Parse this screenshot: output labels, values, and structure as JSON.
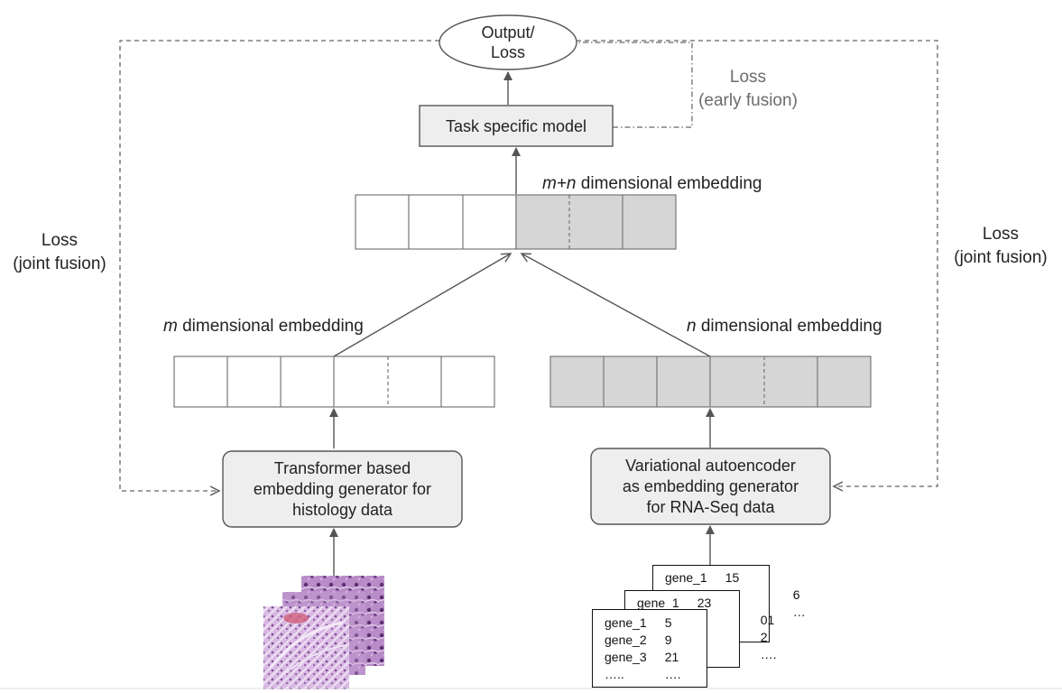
{
  "output_node": {
    "line1": "Output/",
    "line2": "Loss"
  },
  "task_model": {
    "label": "Task specific model"
  },
  "labels": {
    "combined_var": "m+n",
    "combined_rest": " dimensional embedding",
    "m_var": "m",
    "m_rest": " dimensional embedding",
    "n_var": "n",
    "n_rest": " dimensional embedding",
    "loss_early_1": "Loss",
    "loss_early_2": "(early fusion)",
    "loss_joint_left_1": "Loss",
    "loss_joint_left_2": "(joint fusion)",
    "loss_joint_right_1": "Loss",
    "loss_joint_right_2": "(joint fusion)"
  },
  "transformer_box": {
    "line1": "Transformer based",
    "line2": "embedding generator for",
    "line3": "histology data"
  },
  "vae_box": {
    "line1": "Variational autoencoder",
    "line2": "as embedding generator",
    "line3": "for RNA-Seq data"
  },
  "gene_cards": {
    "back": [
      [
        "gene_1",
        "15"
      ],
      [
        "",
        ""
      ],
      [
        "",
        "6"
      ],
      [
        "",
        "…"
      ]
    ],
    "middle": [
      [
        "gene_1",
        "23"
      ],
      [
        "",
        "01"
      ],
      [
        "",
        "2"
      ],
      [
        "",
        "…."
      ]
    ],
    "front": [
      [
        "gene_1",
        "5"
      ],
      [
        "gene_2",
        "9"
      ],
      [
        "gene_3",
        "21"
      ],
      [
        "…..",
        "…."
      ]
    ]
  },
  "colors": {
    "box_fill": "#eeeeee",
    "embedding_fill": "#d6d6d6",
    "line": "#555555",
    "histology_purple": "#8a5a9e"
  }
}
